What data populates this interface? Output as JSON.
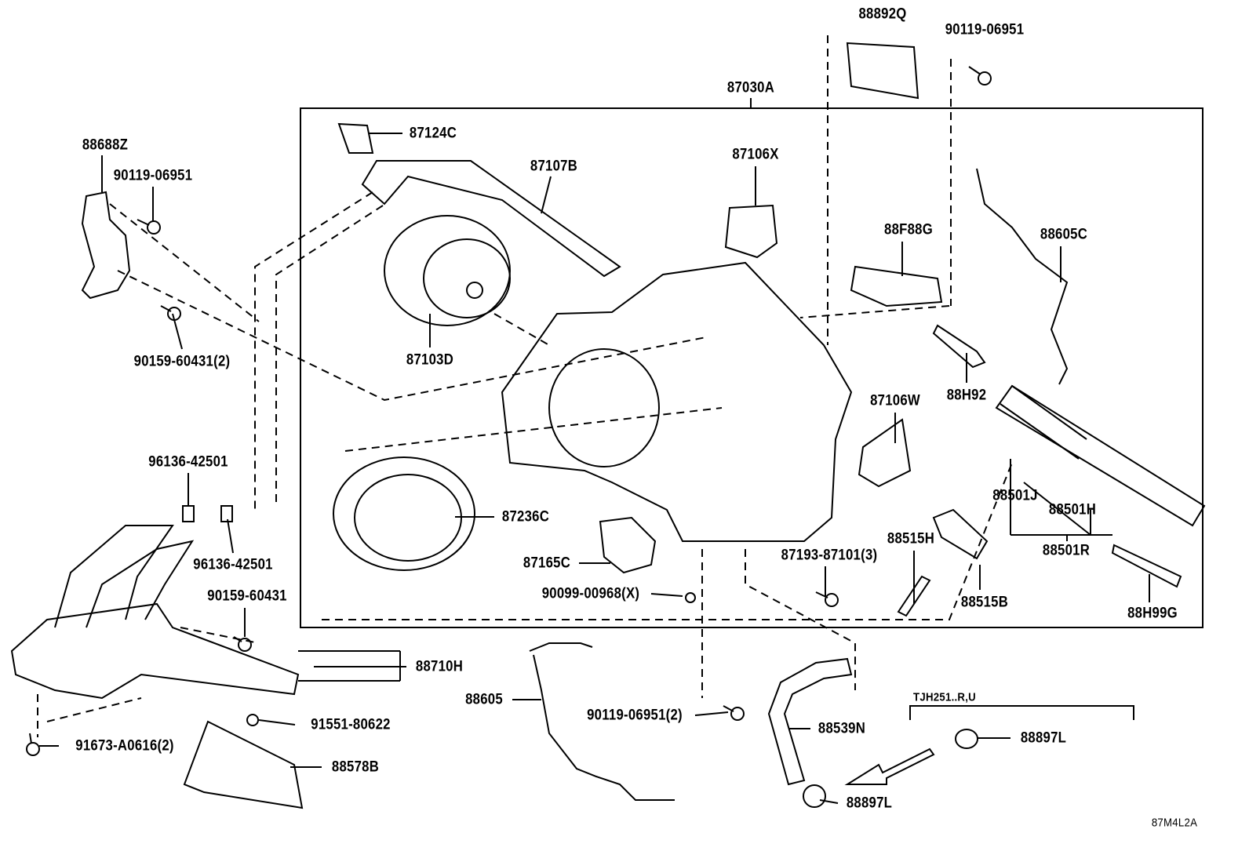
{
  "diagram": {
    "figure_code": "87M4L2A",
    "variant_note": "TJH251..R,U",
    "colors": {
      "ink": "#000000",
      "background": "#ffffff"
    },
    "labels": {
      "p88892Q": "88892Q",
      "p90119_top": "90119-06951",
      "p87030A": "87030A",
      "p87124C": "87124C",
      "p87107B": "87107B",
      "p87106X": "87106X",
      "p88688Z": "88688Z",
      "p90119_left": "90119-06951",
      "p88F88G": "88F88G",
      "p88605C": "88605C",
      "p90159_2": "90159-60431(2)",
      "p87103D": "87103D",
      "p88H92": "88H92",
      "p87106W": "87106W",
      "p96136_a": "96136-42501",
      "p87236C": "87236C",
      "p88501J": "88501J",
      "p88501H": "88501H",
      "p96136_b": "96136-42501",
      "p88515H": "88515H",
      "p88501R": "88501R",
      "p87165C": "87165C",
      "p87193": "87193-87101(3)",
      "p90159": "90159-60431",
      "p90099": "90099-00968(X)",
      "p88515B": "88515B",
      "p88H99G": "88H99G",
      "p88710H": "88710H",
      "p88605": "88605",
      "p90119_2": "90119-06951(2)",
      "p88539N": "88539N",
      "p91551": "91551-80622",
      "p91673": "91673-A0616(2)",
      "p88897L_a": "88897L",
      "p88578B": "88578B",
      "p88897L_b": "88897L"
    }
  }
}
